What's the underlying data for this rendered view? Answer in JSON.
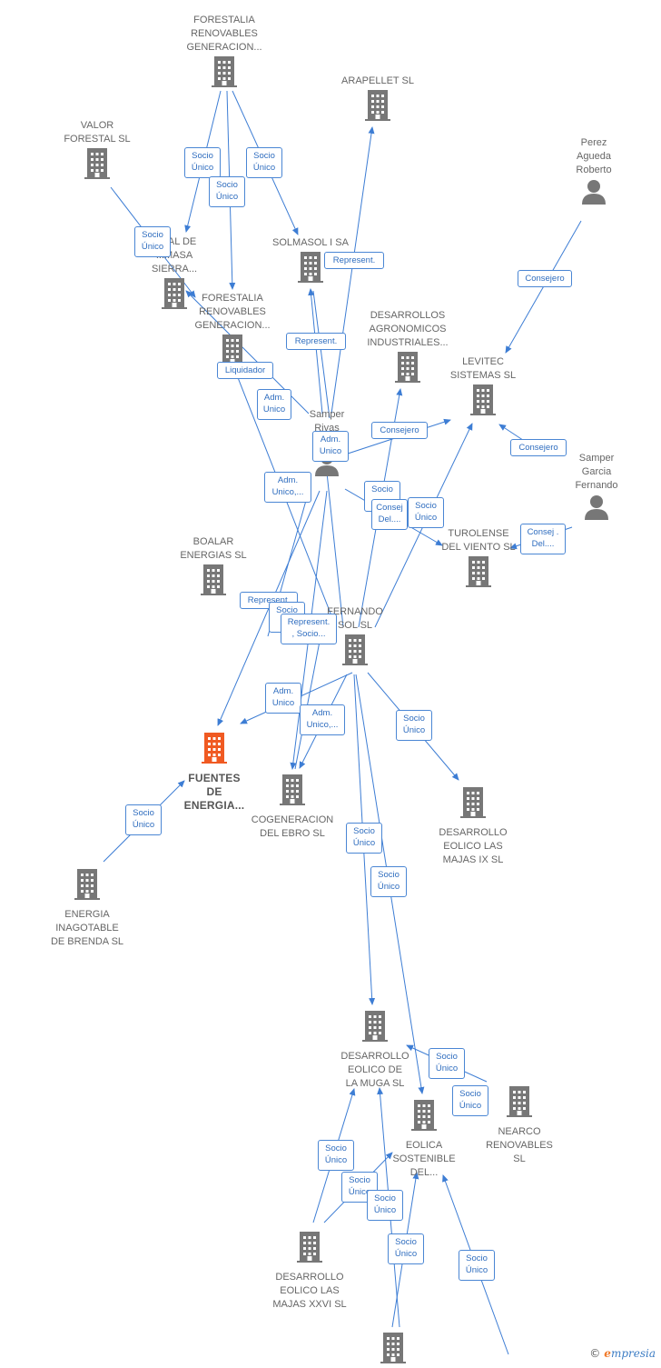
{
  "nodes": [
    {
      "id": "forestalia1",
      "type": "company",
      "label": "FORESTALIA\nRENOVABLES\nGENERACION...",
      "label_pos": "above"
    },
    {
      "id": "arapellet",
      "type": "company",
      "label": "ARAPELLET  SL",
      "label_pos": "above"
    },
    {
      "id": "perez",
      "type": "person",
      "label": "Perez\nAgueda\nRoberto",
      "label_pos": "above"
    },
    {
      "id": "valor",
      "type": "company",
      "label": "VALOR\nFORESTAL SL",
      "label_pos": "above"
    },
    {
      "id": "biomasa",
      "type": "company",
      "label": "...RAL DE\n...MASA\nSIERRA...",
      "label_pos": "above"
    },
    {
      "id": "solmasol",
      "type": "company",
      "label": "SOLMASOL I SA",
      "label_pos": "above"
    },
    {
      "id": "forestalia2",
      "type": "company",
      "label": "FORESTALIA\nRENOVABLES\nGENERACION...",
      "label_pos": "above"
    },
    {
      "id": "desagro",
      "type": "company",
      "label": "DESARROLLOS\nAGRONOMICOS\nINDUSTRIALES...",
      "label_pos": "above"
    },
    {
      "id": "levitec",
      "type": "company",
      "label": "LEVITEC\nSISTEMAS  SL",
      "label_pos": "above"
    },
    {
      "id": "samperrivas",
      "type": "person",
      "label": "Samper\nRivas\nFe...",
      "label_pos": "above"
    },
    {
      "id": "sampergarcia",
      "type": "person",
      "label": "Samper\nGarcia\nFernando",
      "label_pos": "above"
    },
    {
      "id": "turolense",
      "type": "company",
      "label": "TUROLENSE\nDEL VIENTO SL",
      "label_pos": "above"
    },
    {
      "id": "boalar",
      "type": "company",
      "label": "BOALAR\nENERGIAS  SL",
      "label_pos": "above"
    },
    {
      "id": "fernandosol",
      "type": "company",
      "label": "FERNANDO\nSOL SL",
      "label_pos": "above"
    },
    {
      "id": "fuentes",
      "type": "focus",
      "label": "FUENTES\nDE\nENERGIA...",
      "label_pos": "below"
    },
    {
      "id": "cogeneracion",
      "type": "company",
      "label": "COGENERACION\nDEL EBRO  SL",
      "label_pos": "below"
    },
    {
      "id": "majas9",
      "type": "company",
      "label": "DESARROLLO\nEOLICO LAS\nMAJAS IX  SL",
      "label_pos": "below"
    },
    {
      "id": "brenda",
      "type": "company",
      "label": "ENERGIA\nINAGOTABLE\nDE BRENDA  SL",
      "label_pos": "below"
    },
    {
      "id": "muga",
      "type": "company",
      "label": "DESARROLLO\nEOLICO DE\nLA MUGA SL",
      "label_pos": "below"
    },
    {
      "id": "sostenible",
      "type": "company",
      "label": "EOLICA\nSOSTENIBLE\nDEL...",
      "label_pos": "below"
    },
    {
      "id": "nearco",
      "type": "company",
      "label": "NEARCO\nRENOVABLES\nSL",
      "label_pos": "below"
    },
    {
      "id": "majas26",
      "type": "company",
      "label": "DESARROLLO\nEOLICO LAS\nMAJAS XXVI  SL",
      "label_pos": "below"
    },
    {
      "id": "bottom",
      "type": "company",
      "label": "",
      "label_pos": "below"
    }
  ],
  "badges": [
    {
      "id": "b1",
      "text": "Socio\nÚnico"
    },
    {
      "id": "b2",
      "text": "Socio\nÚnico"
    },
    {
      "id": "b3",
      "text": "Socio\nÚnico"
    },
    {
      "id": "b4",
      "text": "Socio\nÚnico"
    },
    {
      "id": "b5",
      "text": "Represent."
    },
    {
      "id": "b6",
      "text": "Consejero"
    },
    {
      "id": "b7",
      "text": "Represent."
    },
    {
      "id": "b8",
      "text": "Liquidador"
    },
    {
      "id": "b9",
      "text": "Adm.\nUnico"
    },
    {
      "id": "b10",
      "text": "Consejero"
    },
    {
      "id": "b11",
      "text": "Adm.\nUnico"
    },
    {
      "id": "b12",
      "text": "Consejero"
    },
    {
      "id": "b13",
      "text": "Adm.\nUnico,..."
    },
    {
      "id": "b14",
      "text": "Socio\n..."
    },
    {
      "id": "b15",
      "text": "Consej\nDel...."
    },
    {
      "id": "b16",
      "text": "Socio\nÚnico"
    },
    {
      "id": "b17",
      "text": "Consej .\nDel...."
    },
    {
      "id": "b18",
      "text": "Represent."
    },
    {
      "id": "b19",
      "text": "Socio\nÚ..."
    },
    {
      "id": "b20",
      "text": "Represent.\n, Socio..."
    },
    {
      "id": "b21",
      "text": "Adm.\nUnico"
    },
    {
      "id": "b22",
      "text": "Adm.\nUnico,..."
    },
    {
      "id": "b23",
      "text": "Socio\nÚnico"
    },
    {
      "id": "b24",
      "text": "Socio\nÚnico"
    },
    {
      "id": "b25",
      "text": "Socio\nÚnico"
    },
    {
      "id": "b26",
      "text": "Socio\nÚnico"
    },
    {
      "id": "b27",
      "text": "Socio\nÚnico"
    },
    {
      "id": "b28",
      "text": "Socio\nÚnico"
    },
    {
      "id": "b29",
      "text": "Socio\nÚnico"
    },
    {
      "id": "b30",
      "text": "Socio\nÚnico"
    },
    {
      "id": "b31",
      "text": "Socio\nÚnico"
    },
    {
      "id": "b32",
      "text": "Socio\nÚnico"
    },
    {
      "id": "b33",
      "text": "Socio\nÚnico"
    }
  ],
  "colors": {
    "edge": "#3d7dd4",
    "building": "#777777",
    "focus": "#f05a22",
    "person": "#777777"
  },
  "footer": {
    "copyright": "©",
    "brand_first": "e",
    "brand_rest": "mpresia"
  }
}
